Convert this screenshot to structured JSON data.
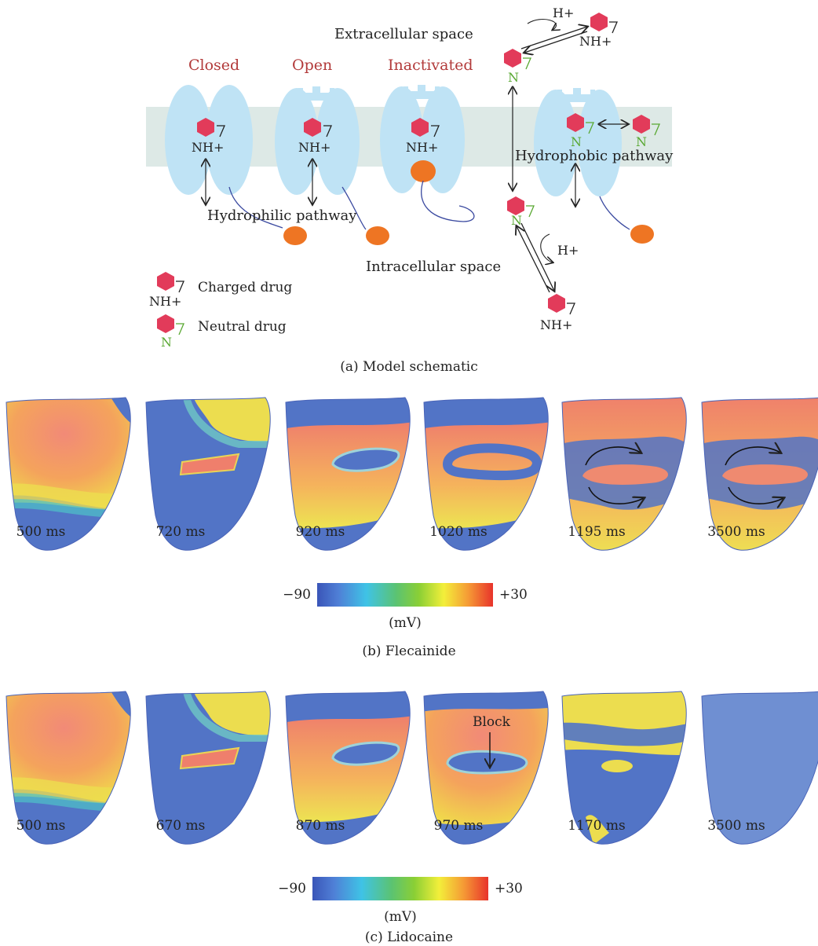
{
  "schematic": {
    "states": [
      "Closed",
      "Open",
      "Inactivated"
    ],
    "extracellular": "Extracellular space",
    "intracellular": "Intracellular space",
    "hydrophilic": "Hydrophilic pathway",
    "hydrophobic": "Hydrophobic pathway",
    "charged_form": "NH+",
    "neutral_form": "N",
    "proton": "H+",
    "legend": {
      "charged": "Charged drug",
      "neutral": "Neutral drug"
    },
    "caption": "(a)  Model schematic",
    "colors": {
      "membrane": "#dde9e6",
      "channel": "#bfe3f5",
      "drug": "#e23b5a",
      "gate_ball": "#ee7523",
      "neutral_text": "#59a832",
      "state_text": "#b23a3a"
    }
  },
  "colorbar": {
    "min_label": "−90",
    "max_label": "+30",
    "unit": "(mV)",
    "min": -90,
    "max": 30
  },
  "panels": [
    {
      "caption": "(b)  Flecainide",
      "frames": [
        {
          "time": "500 ms",
          "state": "upper-excited"
        },
        {
          "time": "720 ms",
          "state": "stimulus-rectangle"
        },
        {
          "time": "920 ms",
          "state": "wave-around-block"
        },
        {
          "time": "1020 ms",
          "state": "wave-reentry-start"
        },
        {
          "time": "1195 ms",
          "state": "reentry-arrows",
          "annotation": ""
        },
        {
          "time": "3500 ms",
          "state": "sustained-reentry"
        }
      ]
    },
    {
      "caption": "(c)  Lidocaine",
      "frames": [
        {
          "time": "500 ms",
          "state": "upper-excited"
        },
        {
          "time": "670 ms",
          "state": "stimulus-rectangle"
        },
        {
          "time": "870 ms",
          "state": "wave-around-block"
        },
        {
          "time": "970 ms",
          "state": "block",
          "annotation": "Block"
        },
        {
          "time": "1170 ms",
          "state": "decaying"
        },
        {
          "time": "3500 ms",
          "state": "resting"
        }
      ]
    }
  ]
}
